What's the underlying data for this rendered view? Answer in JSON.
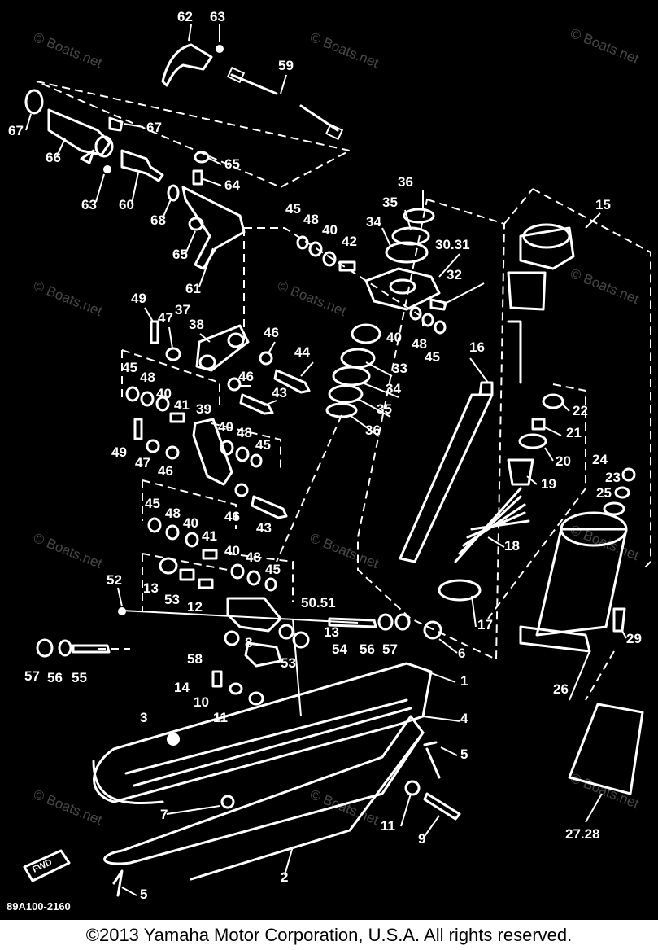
{
  "watermark": "© Boats.net",
  "diagram_code": "89A100-2160",
  "fwd_label": "FWD",
  "copyright": "©2013 Yamaha Motor Corporation, U.S.A. All rights reserved.",
  "callouts": [
    "62",
    "63",
    "59",
    "67",
    "67",
    "66",
    "63",
    "60",
    "68",
    "65",
    "64",
    "65",
    "61",
    "45",
    "48",
    "40",
    "42",
    "36",
    "35",
    "34",
    "30.31",
    "32",
    "15",
    "49",
    "47",
    "37",
    "38",
    "46",
    "44",
    "40",
    "48",
    "45",
    "33",
    "34",
    "16",
    "45",
    "48",
    "40",
    "41",
    "46",
    "43",
    "35",
    "36",
    "39",
    "40",
    "48",
    "45",
    "49",
    "47",
    "46",
    "22",
    "21",
    "20",
    "24",
    "23",
    "25",
    "19",
    "45",
    "48",
    "40",
    "41",
    "46",
    "43",
    "18",
    "40",
    "48",
    "45",
    "52",
    "13",
    "53",
    "12",
    "50.51",
    "13",
    "54",
    "56",
    "57",
    "6",
    "29",
    "17",
    "57",
    "56",
    "55",
    "58",
    "8",
    "53",
    "1",
    "26",
    "14",
    "10",
    "11",
    "3",
    "4",
    "5",
    "7",
    "11",
    "9",
    "27.28",
    "2",
    "5"
  ],
  "colors": {
    "background": "#000000",
    "linework": "#ffffff",
    "caption_background": "#ffffff",
    "caption_text": "#000000"
  }
}
